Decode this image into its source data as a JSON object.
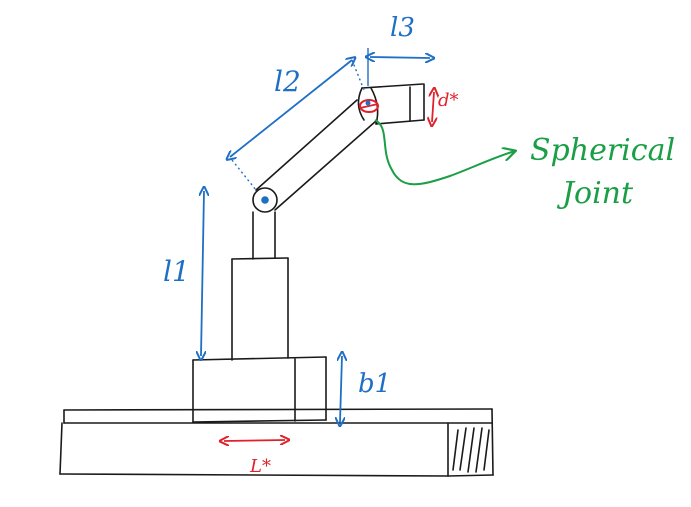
{
  "labels": {
    "l1": "l1",
    "l2": "l2",
    "l3": "l3",
    "b1": "b1",
    "d_star": "d*",
    "l_star": "L*",
    "spherical_joint_line1": "Spherical",
    "spherical_joint_line2": "Joint"
  },
  "colors": {
    "ink": "#1a1a1a",
    "blue": "#1f6fc4",
    "red": "#e0202a",
    "green": "#1a9e46"
  }
}
